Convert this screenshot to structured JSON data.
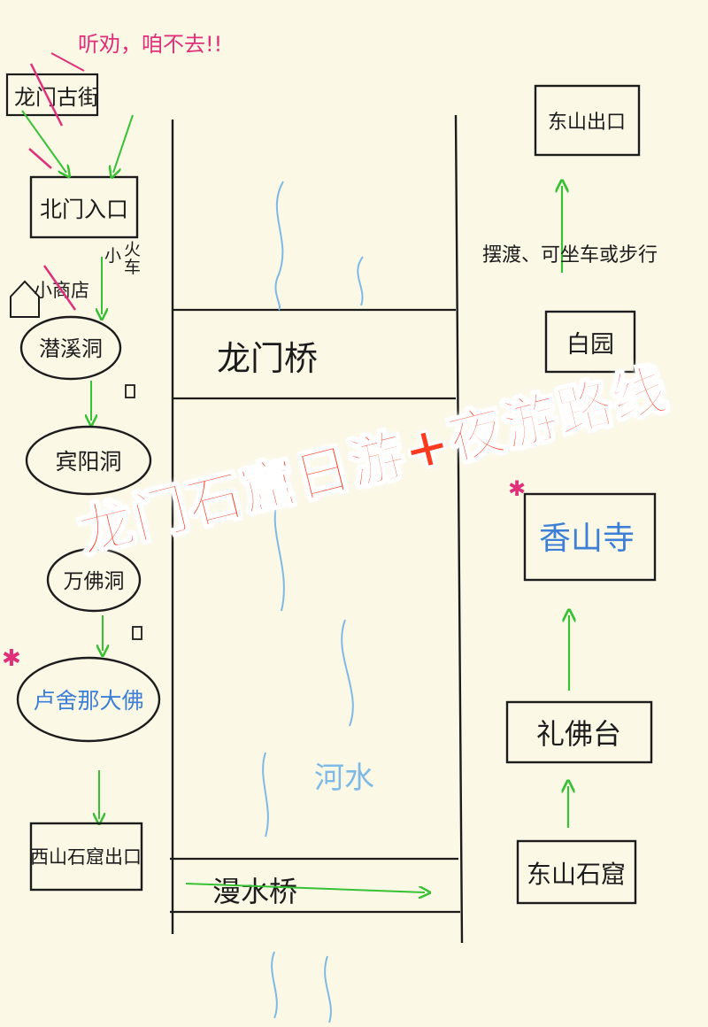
{
  "title": "龙门石窟日游+夜游路线",
  "note_top": "听劝，咱不去!!",
  "left_route": {
    "longmenjie": "龙门古街",
    "north_entrance": "北门入口",
    "shop": "小商店",
    "mini_train": "小火车",
    "qianxi": "潜溪洞",
    "binyang": "宾阳洞",
    "wanfo": "万佛洞",
    "fengxian": "卢舍那大佛",
    "exit_west": "西山石窟出口"
  },
  "middle": {
    "bridge_top": "龙门桥",
    "river": "河水",
    "bridge_bottom": "漫水桥"
  },
  "right_route": {
    "dongshan": "东山石窟",
    "lifotai": "礼佛台",
    "xiangshan": "香山寺",
    "baiyuan": "白园",
    "shuttle": "摆渡、可坐车或步行",
    "east_exit": "东山出口"
  },
  "colors": {
    "ink": "#1c1c1c",
    "arrow_green": "#38c135",
    "note_pink": "#e0307a",
    "river_blue": "#7fb9e6",
    "highlight_blue": "#3d7fd6",
    "title_red": "#ff3b1f",
    "background": "#fbf8e6"
  }
}
